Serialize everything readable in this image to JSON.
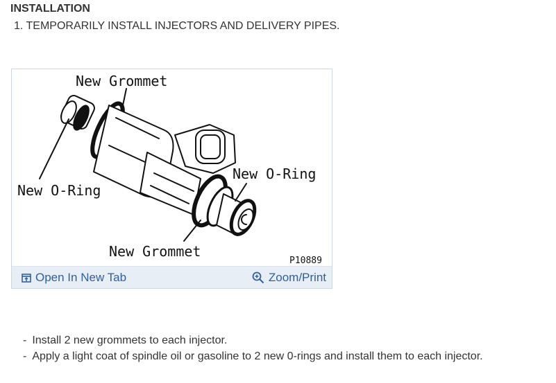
{
  "section": {
    "title": "INSTALLATION",
    "step": "1. TEMPORARILY INSTALL INJECTORS AND DELIVERY PIPES."
  },
  "figure": {
    "labels": {
      "grommet_top": "New Grommet",
      "oring_left": "New O-Ring",
      "oring_right": "New O-Ring",
      "grommet_bottom": "New Grommet",
      "code": "P10889"
    },
    "actions": {
      "open_new_tab": "Open In New Tab",
      "zoom_print": "Zoom/Print"
    },
    "icons": {
      "open_new_tab": "open-new-tab-icon",
      "zoom": "zoom-in-icon"
    },
    "link_color": "#2f5f9f",
    "bar_color": "#e8eef5"
  },
  "notes": {
    "dash": "-",
    "items": [
      "Install 2 new grommets to each injector.",
      "Apply a light coat of spindle oil or gasoline to 2 new 0-rings and install them to each injector."
    ]
  }
}
